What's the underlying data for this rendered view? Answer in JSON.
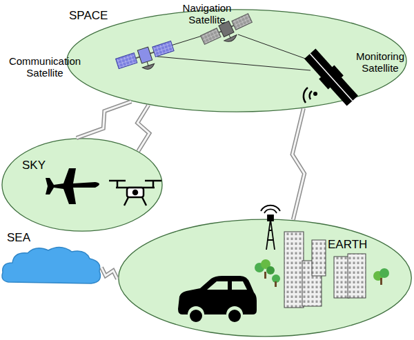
{
  "diagram": {
    "nodes": [
      {
        "text": [
          "SPACE"
        ]
      },
      {
        "text": [
          "SKY"
        ]
      },
      {
        "text": [
          "SEA"
        ]
      },
      {
        "text": [
          "EARTH"
        ]
      }
    ],
    "edges": [
      {
        "from": 0,
        "to": 1,
        "arrow": "none"
      },
      {
        "from": 0,
        "to": 1,
        "arrow": "none"
      },
      {
        "from": 0,
        "to": 3,
        "arrow": "none"
      },
      {
        "from": 2,
        "to": 3,
        "arrow": "none"
      }
    ],
    "labels": [
      "Navigation Satellite",
      "Communication Satellite",
      "Monitoring Satellite"
    ]
  }
}
